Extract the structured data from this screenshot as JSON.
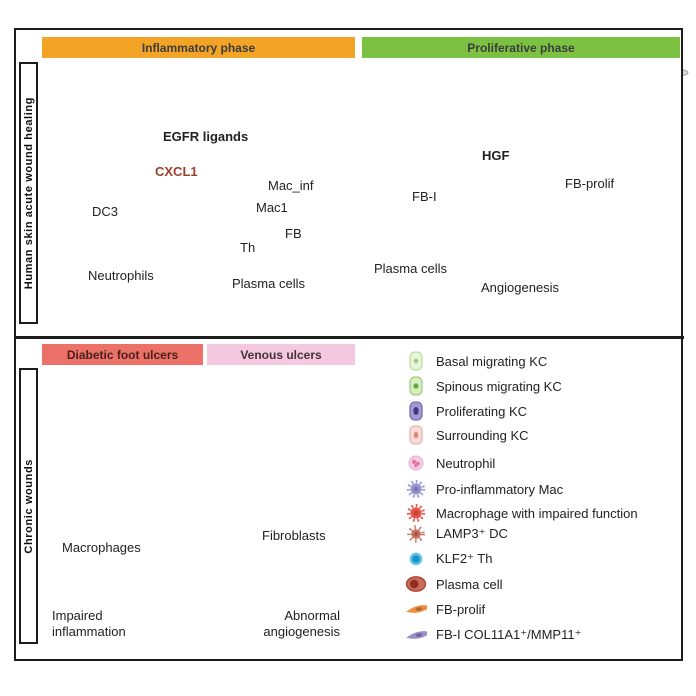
{
  "colors": {
    "inflammatory_header": "#F3A427",
    "proliferative_header": "#7CC142",
    "dfu_header": "#EC7168",
    "venous_header": "#F5C8E1",
    "panel_background": "#FCEAE8",
    "cxcl1_text": "#9D3D2C"
  },
  "top_section": {
    "side_label": "Human skin acute wound healing",
    "inflammatory": {
      "header": "Inflammatory phase",
      "annotations": {
        "egfr": "EGFR ligands",
        "cxcl1": "CXCL1",
        "mac_inf": "Mac_inf",
        "mac1": "Mac1",
        "dc3": "DC3",
        "fb": "FB",
        "th": "Th",
        "neutrophils": "Neutrophils",
        "plasma_cells": "Plasma cells"
      }
    },
    "proliferative": {
      "header": "Proliferative phase",
      "annotations": {
        "hgf": "HGF",
        "fb_prolif": "FB-prolif",
        "fb_i": "FB-I",
        "plasma_cells": "Plasma cells",
        "angiogenesis": "Angiogenesis"
      }
    }
  },
  "bottom_section": {
    "side_label": "Chronic wounds",
    "dfu_header": "Diabetic foot ulcers",
    "venous_header": "Venous ulcers",
    "annotations": {
      "macrophages": "Macrophages",
      "fibroblasts": "Fibroblasts",
      "impaired_inflammation": "Impaired inflammation",
      "abnormal_angiogenesis": "Abnormal angiogenesis"
    }
  },
  "legend": {
    "items": [
      {
        "id": "basal-migrating-kc",
        "label": "Basal migrating KC"
      },
      {
        "id": "spinous-migrating-kc",
        "label": "Spinous migrating KC"
      },
      {
        "id": "proliferating-kc",
        "label": "Proliferating KC"
      },
      {
        "id": "surrounding-kc",
        "label": "Surrounding KC"
      },
      {
        "id": "neutrophil",
        "label": "Neutrophil"
      },
      {
        "id": "pro-inflammatory-mac",
        "label": "Pro-inflammatory Mac"
      },
      {
        "id": "macrophage-impaired",
        "label": "Macrophage with impaired function"
      },
      {
        "id": "lamp3-dc",
        "label": "LAMP3⁺ DC"
      },
      {
        "id": "klf2-th",
        "label": "KLF2⁺ Th"
      },
      {
        "id": "plasma-cell",
        "label": "Plasma cell"
      },
      {
        "id": "fb-prolif",
        "label": "FB-prolif"
      },
      {
        "id": "fb-i",
        "label": "FB-I COL11A1⁺/MMP11⁺"
      }
    ]
  }
}
